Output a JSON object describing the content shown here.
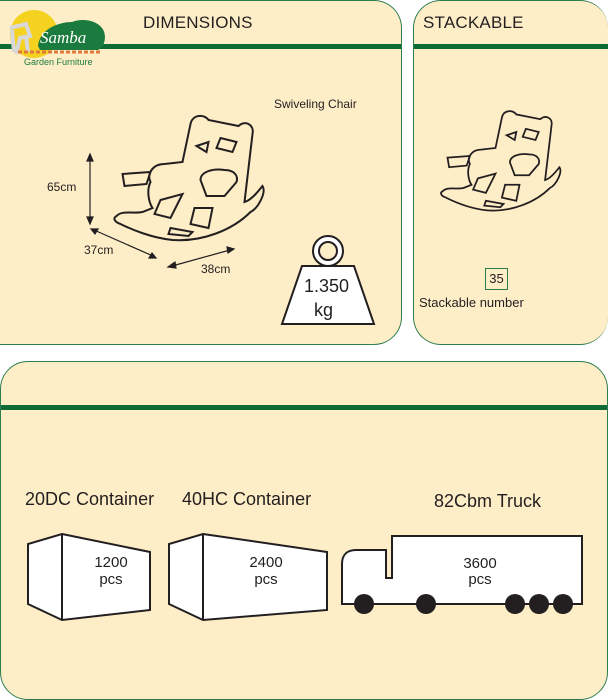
{
  "brand": {
    "name": "Samba",
    "tagline": "Garden Furniture",
    "colors": {
      "green": "#0d6b38",
      "panel_bg": "#fdeec8",
      "sun": "#f4d21f"
    }
  },
  "dimensions": {
    "title": "DIMENSIONS",
    "product_name": "Swiveling Chair",
    "height": "65cm",
    "depth": "37cm",
    "width": "38cm",
    "weight_value": "1.350",
    "weight_unit": "kg",
    "chair_icon": "rocking-chair-icon",
    "weight_icon": "weight-icon"
  },
  "stackable": {
    "title": "STACKABLE",
    "number": "35",
    "label": "Stackable number",
    "chair_icon": "rocking-chair-icon"
  },
  "shipping": {
    "items": [
      {
        "name": "20DC Container",
        "quantity": "1200",
        "unit": "pcs",
        "icon": "container-icon"
      },
      {
        "name": "40HC Container",
        "quantity": "2400",
        "unit": "pcs",
        "icon": "container-icon"
      },
      {
        "name": "82Cbm Truck",
        "quantity": "3600",
        "unit": "pcs",
        "icon": "truck-icon"
      }
    ]
  }
}
